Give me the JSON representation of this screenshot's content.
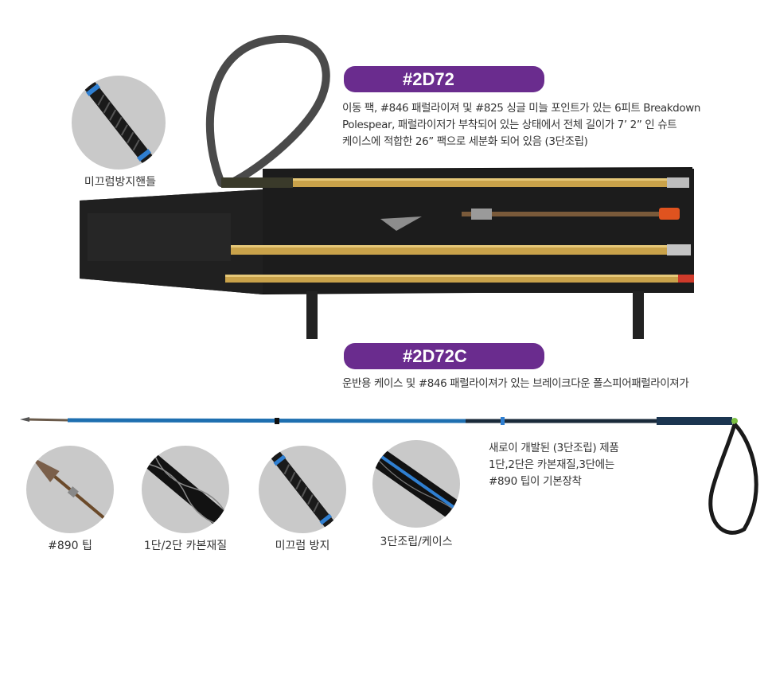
{
  "products": [
    {
      "code": "#2D72",
      "desc_lines": [
        "이동 팩, #846 패럴라이져 및 #825 싱글 미늘 포인트가 있는 6피트 Breakdown",
        "Polespear, 패럴라이저가 부착되어 있는 상태에서 전체 길이가 7’ 2” 인 슈트",
        "케이스에 적합한 26” 팩으로 세분화 되어 있음 (3단조립)"
      ]
    },
    {
      "code": "#2D72C",
      "desc_lines": [
        "운반용 케이스 및 #846 패럴라이져가 있는 브레이크다운 폴스피어패럴라이져가"
      ]
    }
  ],
  "top_detail": {
    "label": "미끄럼방지핸들"
  },
  "details": [
    {
      "label": "#890 팁"
    },
    {
      "label": "1단/2단 카본재질"
    },
    {
      "label": "미끄럼 방지"
    },
    {
      "label": "3단조립/케이스"
    }
  ],
  "features": [
    "새로이 개발된 (3단조립) 제품",
    "1단,2단은 카본재질,3단에는",
    "#890 팁이 기본장착"
  ],
  "colors": {
    "accent": "#6a2c8e",
    "gold": "#c9a24a",
    "blue": "#1e6fb0"
  },
  "icons": [
    "grip-detail-image",
    "pole-kit-image",
    "spear-pole-image",
    "tip-detail-image",
    "carbon-detail-image",
    "grip-detail-image",
    "assembly-detail-image"
  ]
}
